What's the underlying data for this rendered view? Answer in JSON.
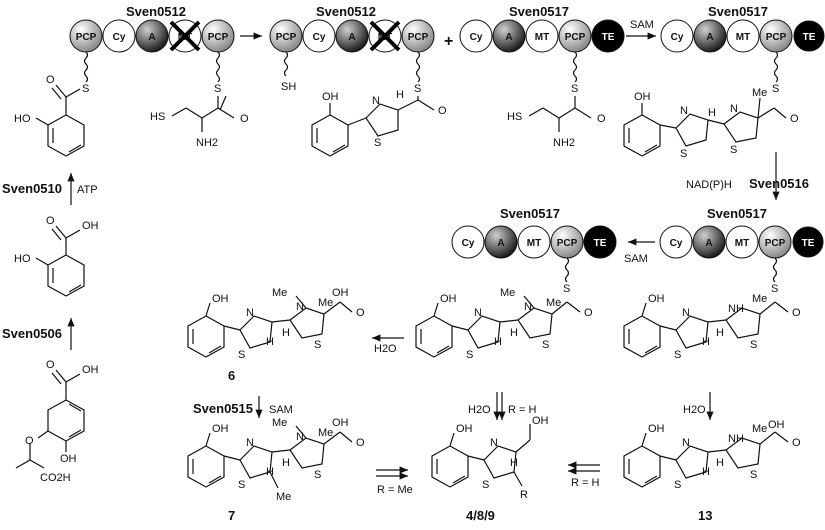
{
  "colors": {
    "pcp": "#9a9a9a",
    "a_domain": "#3a3a3a",
    "te": "#000000",
    "white_domain": "#ffffff",
    "ink": "#111111"
  },
  "enzymes": {
    "sven0512_a": "Sven0512",
    "sven0512_b": "Sven0512",
    "sven0517_a": "Sven0517",
    "sven0517_b": "Sven0517",
    "sven0517_c": "Sven0517",
    "sven0517_d": "Sven0517",
    "sven0510": "Sven0510",
    "sven0506": "Sven0506",
    "sven0516": "Sven0516",
    "sven0515": "Sven0515"
  },
  "domains": {
    "pcp": "PCP",
    "cy": "Cy",
    "a": "A",
    "mt": "MT",
    "te": "TE"
  },
  "reagents": {
    "atp": "ATP",
    "sam1": "SAM",
    "sam2": "SAM",
    "sam3": "SAM",
    "nadph": "NAD(P)H",
    "h2o_1": "H2O",
    "h2o_2": "H2O",
    "h2o_3": "H2O",
    "r_h_1": "R = H",
    "r_h_2": "R = H",
    "r_me": "R = Me",
    "plus": "+"
  },
  "atoms": {
    "oh": "OH",
    "ho": "HO",
    "hs": "HS",
    "sh": "SH",
    "s": "S",
    "o": "O",
    "n": "N",
    "h": "H",
    "nh": "NH",
    "nh2": "NH2",
    "co2h": "CO2H",
    "me": "Me",
    "r": "R"
  },
  "compounds": {
    "c6": "6",
    "c7": "7",
    "c13": "13",
    "c489": "4/8/9"
  }
}
